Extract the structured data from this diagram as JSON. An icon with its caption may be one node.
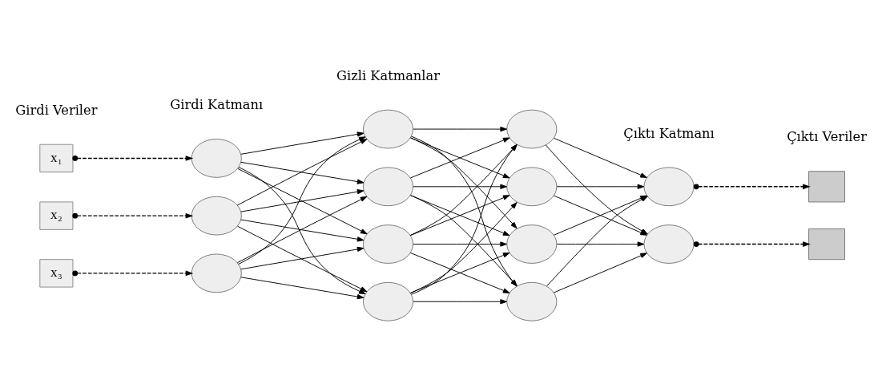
{
  "diagram": {
    "nodes": [
      {
        "text": [
          "x₁"
        ]
      },
      {
        "text": [
          "x₂"
        ]
      },
      {
        "text": [
          "x₃"
        ]
      },
      {
        "text": [],
        "shape": "circle"
      },
      {
        "text": [],
        "shape": "circle"
      },
      {
        "text": [],
        "shape": "circle"
      },
      {
        "text": [],
        "shape": "circle"
      },
      {
        "text": [],
        "shape": "circle"
      },
      {
        "text": [],
        "shape": "circle"
      },
      {
        "text": [],
        "shape": "circle"
      },
      {
        "text": [],
        "shape": "circle"
      },
      {
        "text": [],
        "shape": "circle"
      },
      {
        "text": [],
        "shape": "circle"
      },
      {
        "text": [],
        "shape": "circle"
      },
      {
        "text": [],
        "shape": "circle"
      },
      {
        "text": [],
        "shape": "circle"
      },
      {
        "text": [],
        "shape": "box"
      },
      {
        "text": [],
        "shape": "box"
      }
    ],
    "edges": [
      {
        "from": 0,
        "to": 3,
        "arrow": "to",
        "style": "dashed"
      },
      {
        "from": 1,
        "to": 4,
        "arrow": "to",
        "style": "dashed"
      },
      {
        "from": 2,
        "to": 5,
        "arrow": "to",
        "style": "dashed"
      },
      {
        "from": 3,
        "to": 6,
        "arrow": "to"
      },
      {
        "from": 3,
        "to": 7,
        "arrow": "to"
      },
      {
        "from": 3,
        "to": 8,
        "arrow": "to"
      },
      {
        "from": 3,
        "to": 9,
        "arrow": "to"
      },
      {
        "from": 4,
        "to": 6,
        "arrow": "to"
      },
      {
        "from": 4,
        "to": 7,
        "arrow": "to"
      },
      {
        "from": 4,
        "to": 8,
        "arrow": "to"
      },
      {
        "from": 4,
        "to": 9,
        "arrow": "to"
      },
      {
        "from": 5,
        "to": 6,
        "arrow": "to"
      },
      {
        "from": 5,
        "to": 7,
        "arrow": "to"
      },
      {
        "from": 5,
        "to": 8,
        "arrow": "to"
      },
      {
        "from": 5,
        "to": 9,
        "arrow": "to"
      },
      {
        "from": 6,
        "to": 10,
        "arrow": "to"
      },
      {
        "from": 6,
        "to": 11,
        "arrow": "to"
      },
      {
        "from": 6,
        "to": 12,
        "arrow": "to"
      },
      {
        "from": 6,
        "to": 13,
        "arrow": "to"
      },
      {
        "from": 7,
        "to": 10,
        "arrow": "to"
      },
      {
        "from": 7,
        "to": 11,
        "arrow": "to"
      },
      {
        "from": 7,
        "to": 12,
        "arrow": "to"
      },
      {
        "from": 7,
        "to": 13,
        "arrow": "to"
      },
      {
        "from": 8,
        "to": 10,
        "arrow": "to"
      },
      {
        "from": 8,
        "to": 11,
        "arrow": "to"
      },
      {
        "from": 8,
        "to": 12,
        "arrow": "to"
      },
      {
        "from": 8,
        "to": 13,
        "arrow": "to"
      },
      {
        "from": 9,
        "to": 10,
        "arrow": "to"
      },
      {
        "from": 9,
        "to": 11,
        "arrow": "to"
      },
      {
        "from": 9,
        "to": 12,
        "arrow": "to"
      },
      {
        "from": 9,
        "to": 13,
        "arrow": "to"
      },
      {
        "from": 10,
        "to": 14,
        "arrow": "to"
      },
      {
        "from": 10,
        "to": 15,
        "arrow": "to"
      },
      {
        "from": 11,
        "to": 14,
        "arrow": "to"
      },
      {
        "from": 11,
        "to": 15,
        "arrow": "to"
      },
      {
        "from": 12,
        "to": 14,
        "arrow": "to"
      },
      {
        "from": 12,
        "to": 15,
        "arrow": "to"
      },
      {
        "from": 13,
        "to": 14,
        "arrow": "to"
      },
      {
        "from": 13,
        "to": 15,
        "arrow": "to"
      },
      {
        "from": 14,
        "to": 16,
        "arrow": "to",
        "style": "dashed"
      },
      {
        "from": 15,
        "to": 17,
        "arrow": "to",
        "style": "dashed"
      }
    ],
    "labels": [
      "Girdi Veriler",
      "Girdi Katmanı",
      "Gizli Katmanlar",
      "Çıktı Katmanı",
      "Çıktı Veriler"
    ]
  }
}
